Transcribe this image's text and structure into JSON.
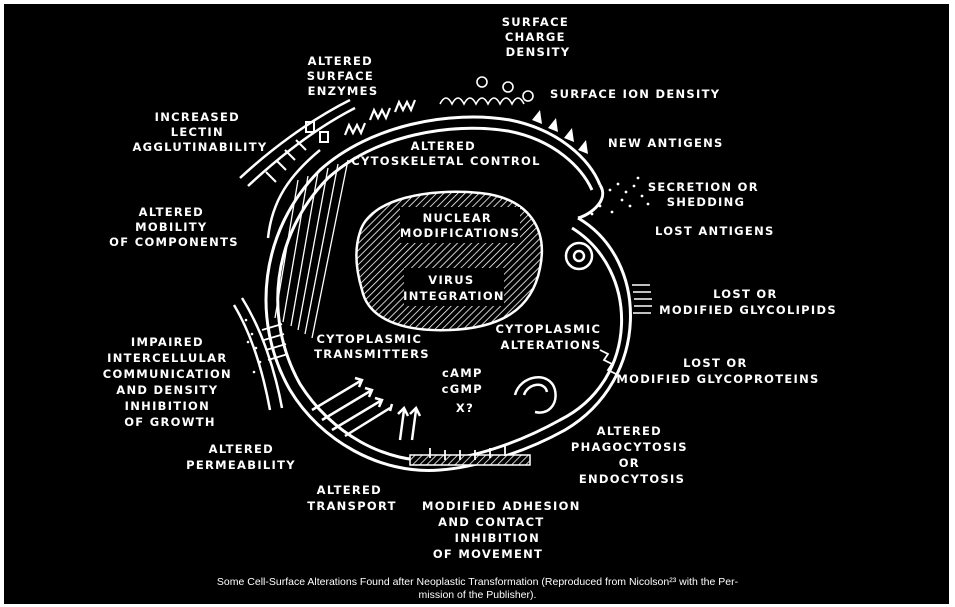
{
  "colors": {
    "background": "#000000",
    "ink": "#ffffff",
    "page": "#ffffff"
  },
  "labels": {
    "surface_charge_density": [
      "SURFACE",
      "CHARGE",
      "DENSITY"
    ],
    "surface_ion_density": "SURFACE ION DENSITY",
    "altered_surface_enzymes": [
      "ALTERED",
      "SURFACE",
      "ENZYMES"
    ],
    "increased_lectin": [
      "INCREASED",
      "LECTIN",
      "AGGLUTINABILITY"
    ],
    "altered_cytoskeletal_control": [
      "ALTERED",
      "CYTOSKELETAL CONTROL"
    ],
    "new_antigens": "NEW ANTIGENS",
    "secretion_or_shedding": [
      "SECRETION OR",
      "SHEDDING"
    ],
    "lost_antigens": "LOST ANTIGENS",
    "altered_mobility": [
      "ALTERED",
      "MOBILITY",
      "OF COMPONENTS"
    ],
    "nuclear_modifications": [
      "NUCLEAR",
      "MODIFICATIONS"
    ],
    "virus_integration": [
      "VIRUS",
      "INTEGRATION"
    ],
    "lost_glycolipids": [
      "LOST OR",
      "MODIFIED GLYCOLIPIDS"
    ],
    "cytoplasmic_alterations": [
      "CYTOPLASMIC",
      "ALTERATIONS"
    ],
    "cytoplasmic_transmitters": [
      "CYTOPLASMIC",
      "TRANSMITTERS"
    ],
    "lost_glycoproteins": [
      "LOST OR",
      "MODIFIED GLYCOPROTEINS"
    ],
    "impaired_communication": [
      "IMPAIRED",
      "INTERCELLULAR",
      "COMMUNICATION",
      "AND DENSITY",
      "INHIBITION",
      "OF GROWTH"
    ],
    "messengers": [
      "cAMP",
      "cGMP",
      "X?"
    ],
    "altered_phagocytosis": [
      "ALTERED",
      "PHAGOCYTOSIS",
      "OR",
      "ENDOCYTOSIS"
    ],
    "altered_permeability": [
      "ALTERED",
      "PERMEABILITY"
    ],
    "altered_transport": [
      "ALTERED",
      "TRANSPORT"
    ],
    "modified_adhesion": [
      "MODIFIED ADHESION",
      "AND CONTACT",
      "INHIBITION",
      "OF MOVEMENT"
    ]
  },
  "caption": {
    "line1": "Some Cell-Surface Alterations Found after Neoplastic Transformation (Reproduced from Nicolson²³ with the Per-",
    "line2": "mission of the Publisher)."
  }
}
